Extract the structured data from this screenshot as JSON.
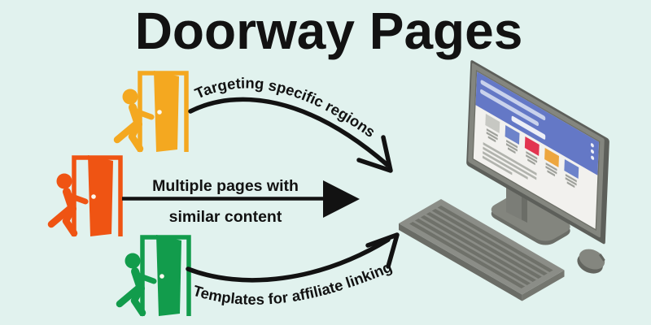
{
  "title": "Doorway Pages",
  "background_color": "#e1f2ee",
  "text_color": "#121212",
  "doors": [
    {
      "name": "regional-targeting-door",
      "color": "#f4a820",
      "label": "Targeting specific regions"
    },
    {
      "name": "duplicate-content-door",
      "color": "#ef5413",
      "label_line1": "Multiple pages with",
      "label_line2": "similar content"
    },
    {
      "name": "affiliate-template-door",
      "color": "#129c4c",
      "label": "Templates for affiliate linking"
    }
  ],
  "computer": {
    "monitor_frame_color": "#84867f",
    "monitor_edge_color": "#5d5f5a",
    "screen_header_color": "#6478c6",
    "screen_body_color": "#f2f1ee",
    "header_bar_color": "#c9d2ec",
    "card_colors": [
      "#c7c8c3",
      "#6d83ca",
      "#e23450",
      "#eda63e",
      "#6d83ca"
    ],
    "keyboard_color": "#8b8d87",
    "mouse_color": "#84867f"
  }
}
